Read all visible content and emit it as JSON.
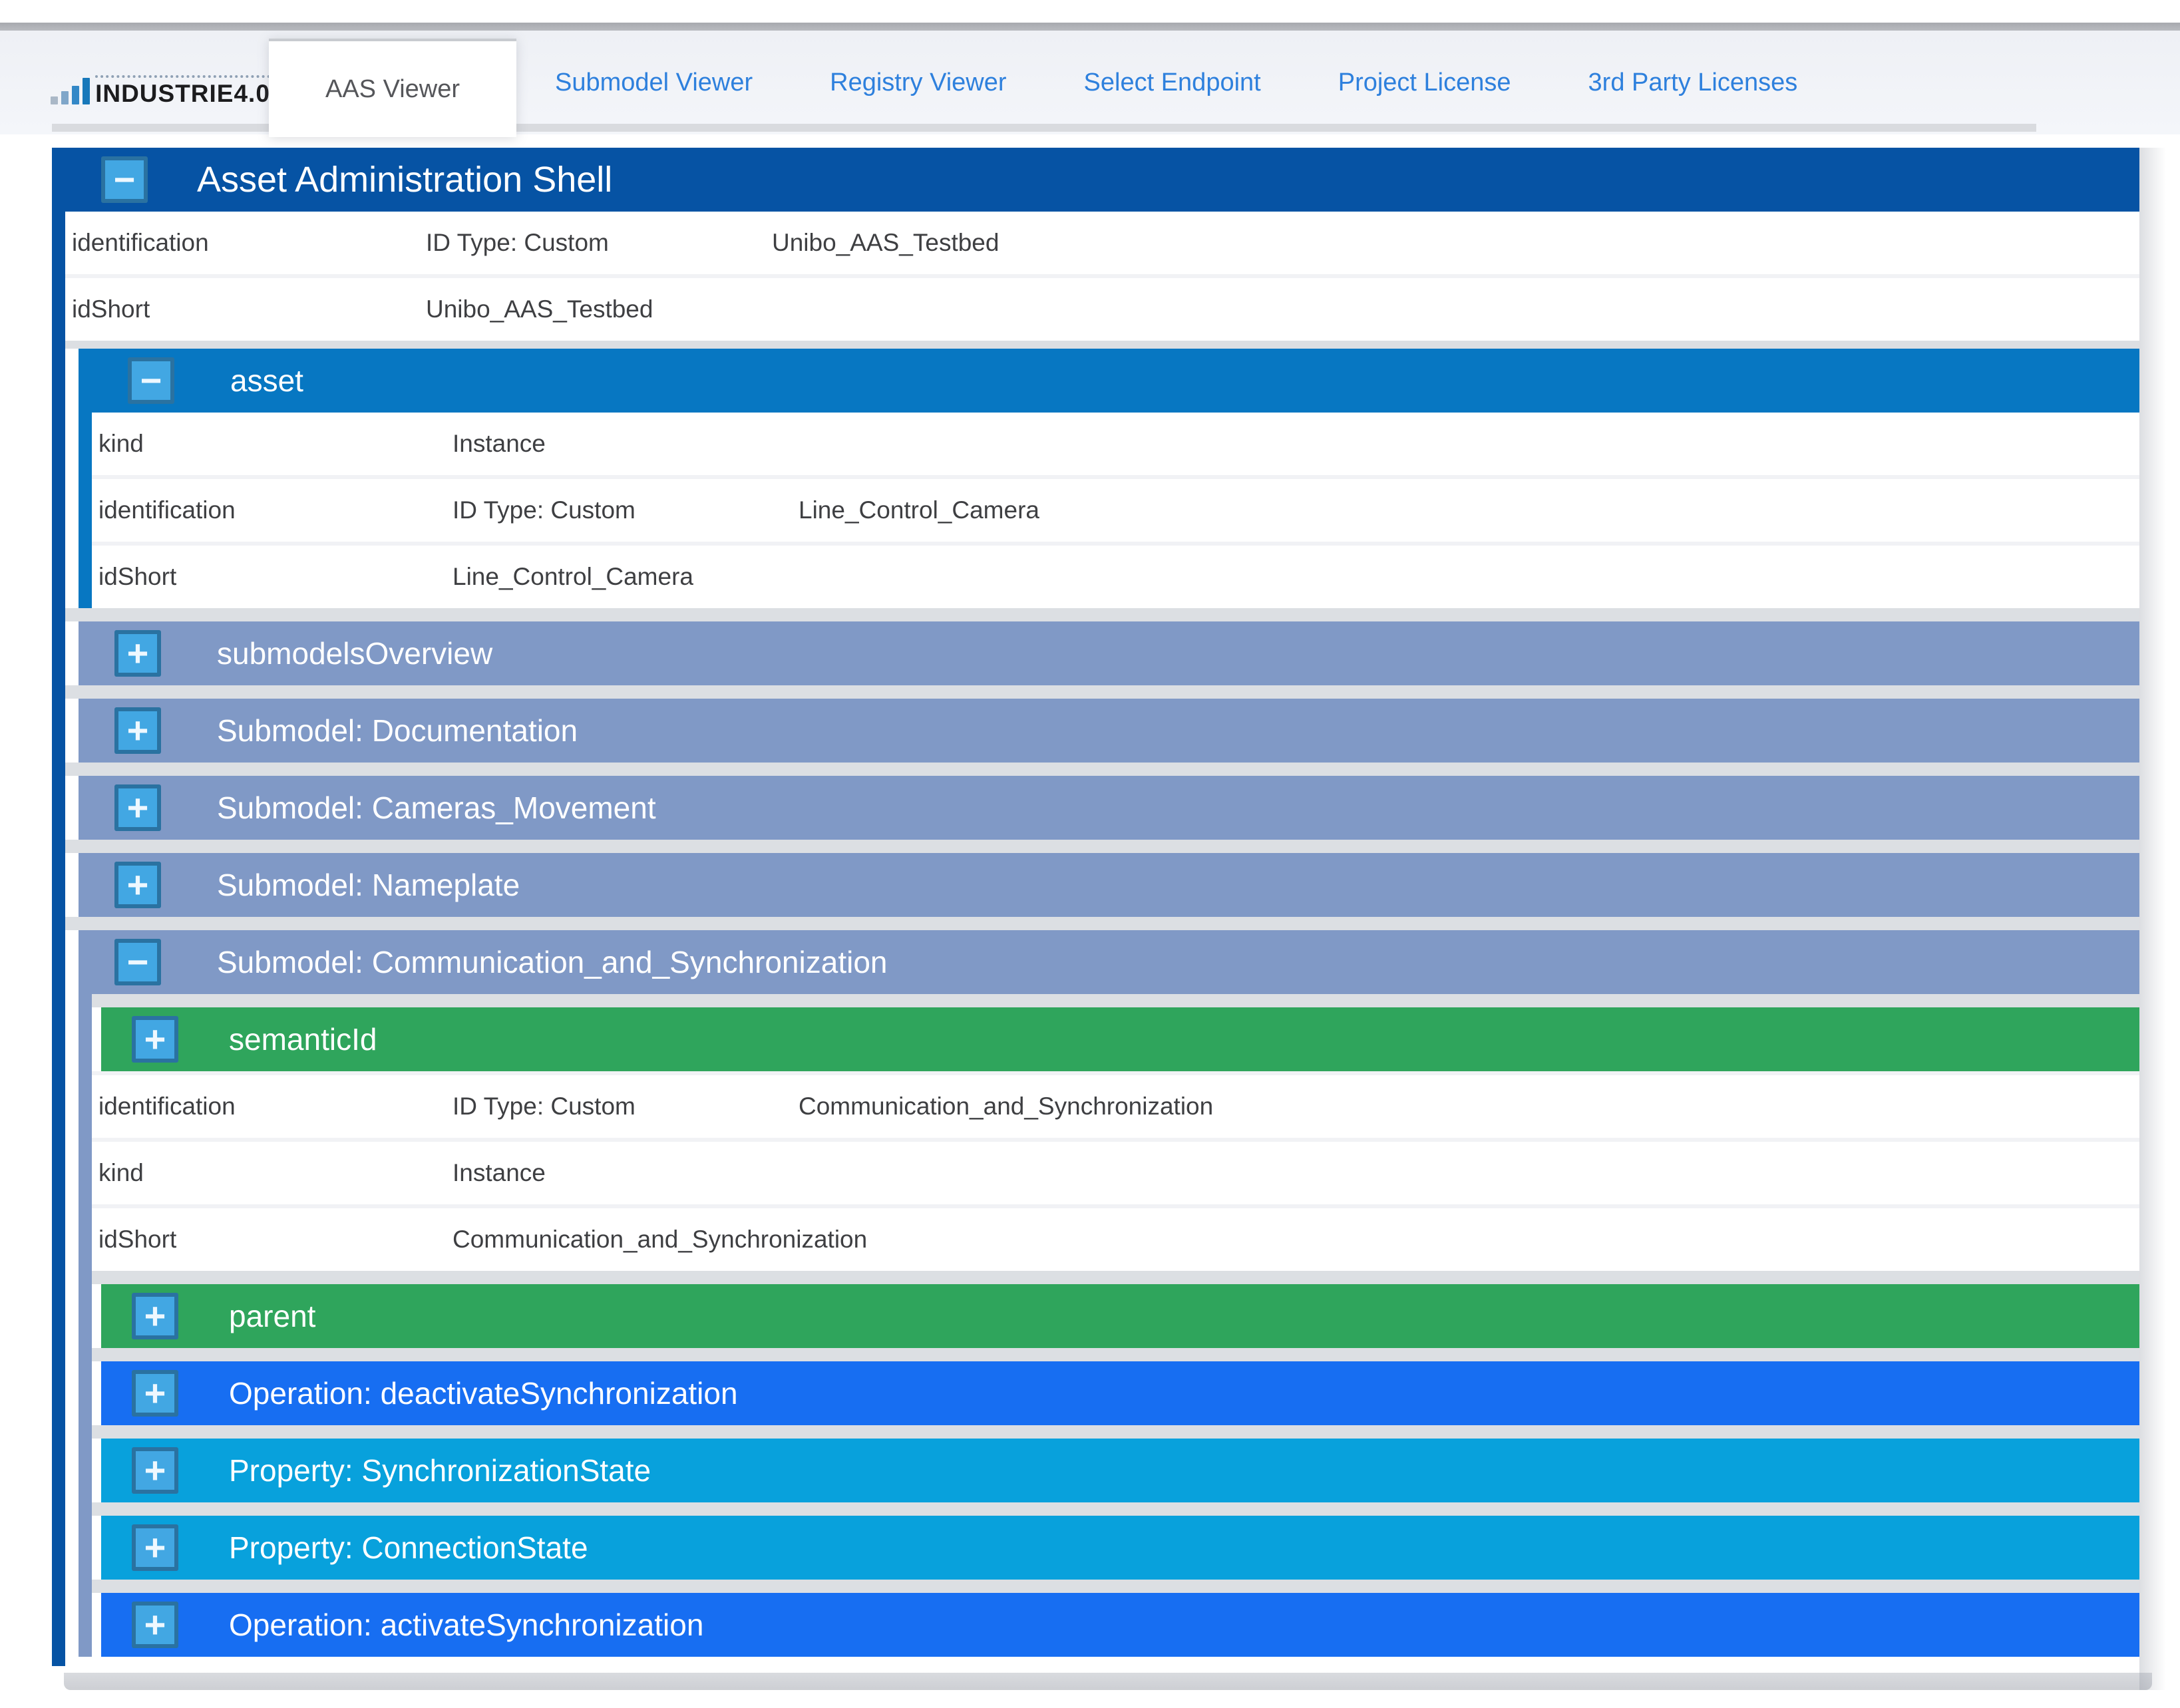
{
  "logo": {
    "text": "INDUSTRIE4.0"
  },
  "tabs": {
    "items": [
      {
        "label": "AAS Viewer",
        "active": true
      },
      {
        "label": "Submodel Viewer",
        "active": false
      },
      {
        "label": "Registry Viewer",
        "active": false
      },
      {
        "label": "Select Endpoint",
        "active": false
      },
      {
        "label": "Project License",
        "active": false
      },
      {
        "label": "3rd Party Licenses",
        "active": false
      }
    ]
  },
  "icons": {
    "collapse": "−",
    "expand": "+"
  },
  "colors": {
    "aas_header": "#0653a4",
    "asset_header": "#0777c2",
    "submodel_header": "#8099c6",
    "semantic_header": "#2fa55c",
    "operation_header": "#176ef2",
    "property_header": "#08a1dc",
    "toggle_button": "#42a7e3",
    "tab_link": "#2e80dd",
    "active_tab_text": "#55565a"
  },
  "tree": {
    "aas": {
      "title": "Asset Administration Shell",
      "rows": [
        {
          "label": "identification",
          "col2": "ID Type: Custom",
          "col3": "Unibo_AAS_Testbed"
        },
        {
          "label": "idShort",
          "col2": "Unibo_AAS_Testbed",
          "col3": ""
        }
      ]
    },
    "asset": {
      "title": "asset",
      "rows": [
        {
          "label": "kind",
          "col2": "Instance",
          "col3": ""
        },
        {
          "label": "identification",
          "col2": "ID Type: Custom",
          "col3": "Line_Control_Camera"
        },
        {
          "label": "idShort",
          "col2": "Line_Control_Camera",
          "col3": ""
        }
      ]
    },
    "collapsed_submodels": [
      {
        "title": "submodelsOverview"
      },
      {
        "title": "Submodel: Documentation"
      },
      {
        "title": "Submodel: Cameras_Movement"
      },
      {
        "title": "Submodel: Nameplate"
      }
    ],
    "communication": {
      "title": "Submodel: Communication_and_Synchronization",
      "semantic_id": {
        "title": "semanticId"
      },
      "rows": [
        {
          "label": "identification",
          "col2": "ID Type: Custom",
          "col3": "Communication_and_Synchronization"
        },
        {
          "label": "kind",
          "col2": "Instance",
          "col3": ""
        },
        {
          "label": "idShort",
          "col2": "Communication_and_Synchronization",
          "col3": ""
        }
      ],
      "parent": {
        "title": "parent"
      },
      "elements": [
        {
          "type": "operation",
          "title": "Operation: deactivateSynchronization"
        },
        {
          "type": "property",
          "title": "Property: SynchronizationState"
        },
        {
          "type": "property",
          "title": "Property: ConnectionState"
        },
        {
          "type": "operation",
          "title": "Operation: activateSynchronization"
        }
      ]
    }
  }
}
